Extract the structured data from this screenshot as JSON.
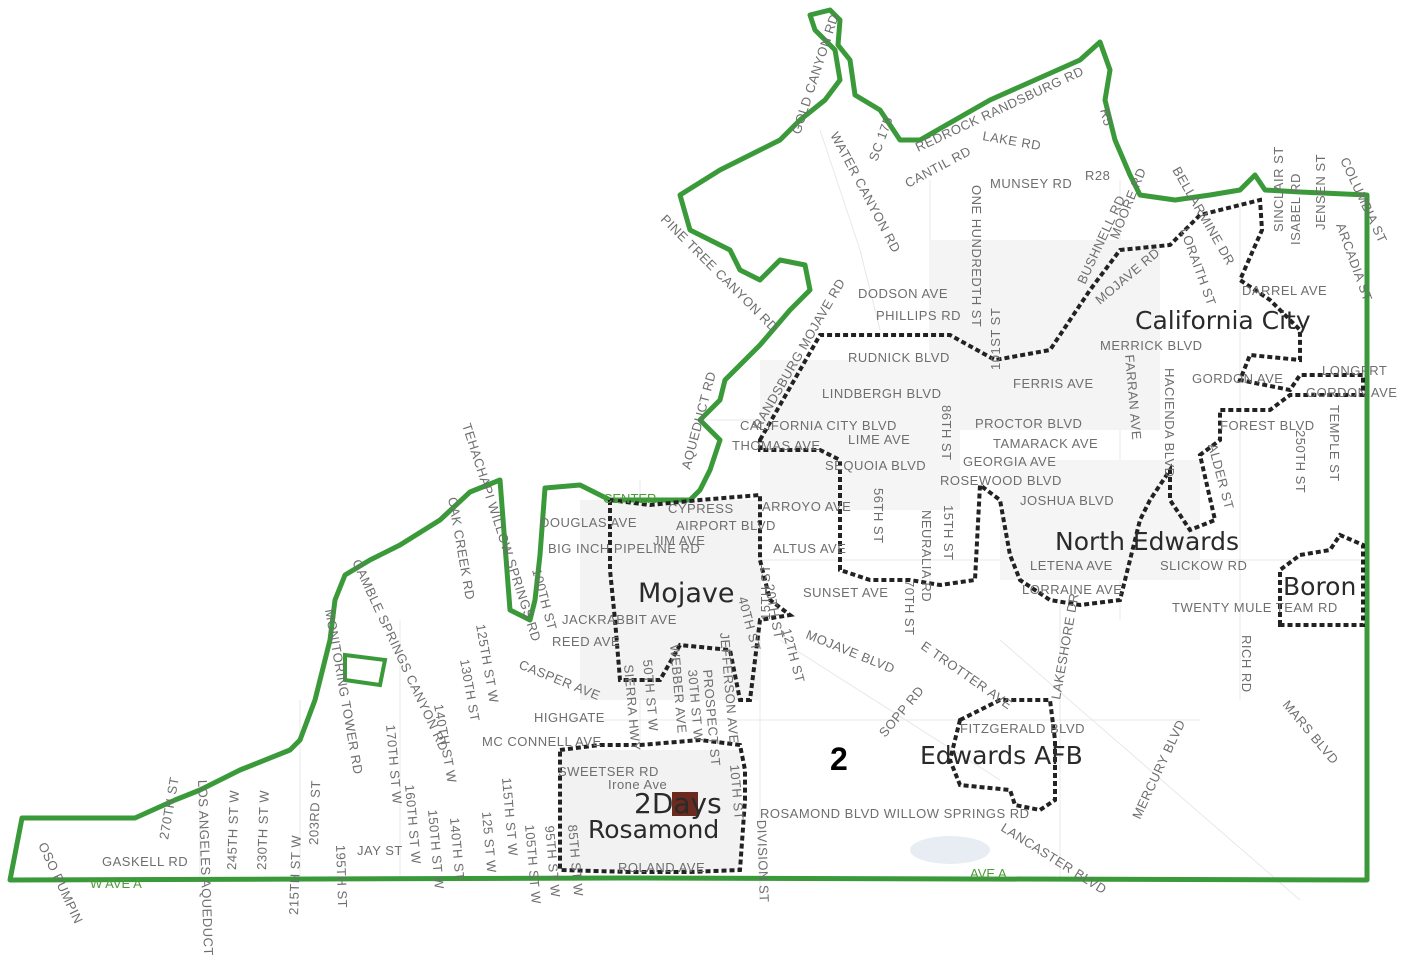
{
  "colors": {
    "district_boundary": "#3a9a3a",
    "city_boundary": "#2a2a2a",
    "street_text": "#6e6e6e",
    "marker": "#6b2a1e"
  },
  "district": {
    "number": "2"
  },
  "places": {
    "mojave": "Mojave",
    "california_city": "California City",
    "north_edwards": "North Edwards",
    "boron": "Boron",
    "edwards_afb": "Edwards AFB",
    "rosamond": "Rosamond",
    "marker_text": "2Days"
  },
  "streets": {
    "gold_canyon_rd": "GOLD CANYON RD",
    "redrock_randsburg_rd": "REDROCK RANDSBURG RD",
    "r5": "R5",
    "water_canyon_rd": "WATER CANYON RD",
    "sc175": "SC 175",
    "cantil_rd": "CANTIL RD",
    "lake_rd": "LAKE RD",
    "pine_tree_canyon_rd": "PINE TREE CANYON RD",
    "munsey_rd": "MUNSEY RD",
    "r28": "R28",
    "one_hundredth_st": "ONE HUNDREDTH ST",
    "bushnell_rd": "BUSHNELL RD",
    "moore_rd": "MOORE RD",
    "mojave_rd": "MOJAVE RD",
    "bellarmine_dr": "BELLARMINE DR",
    "loraith_st": "LORAITH ST",
    "sinclair_st": "SINCLAIR ST",
    "isabel_rd": "ISABEL RD",
    "jensen_st": "JENSEN ST",
    "columbia_st": "COLUMBIA ST",
    "arcadia_st": "ARCADIA ST",
    "darrel_ave": "DARREL AVE",
    "dodson_ave": "DODSON AVE",
    "phillips_rd": "PHILLIPS RD",
    "rudnick_blvd": "RUDNICK BLVD",
    "st_101": "101ST ST",
    "merrick_blvd": "MERRICK BLVD",
    "lindbergh_blvd": "LINDBERGH BLVD",
    "ferris_ave": "FERRIS AVE",
    "farran_ave": "FARRAN AVE",
    "randsburg_mojave_rd": "RANDSBURG MOJAVE RD",
    "aqueduct_rd": "AQUEDUCT RD",
    "california_city_blvd": "CALIFORNIA CITY BLVD",
    "thomas_ave": "THOMAS AVE",
    "lime_ave": "LIME AVE",
    "st_86th": "86TH ST",
    "proctor_blvd": "PROCTOR BLVD",
    "tamarack_ave": "TAMARACK AVE",
    "hacienda_blvd": "HACIENDA BLVD",
    "forest_blvd": "FOREST BLVD",
    "st_250th": "250TH ST",
    "temple_st": "TEMPLE ST",
    "longfort": "LONGFRT",
    "gordon_ave": "GORDON AVE",
    "gordon_ave_2": "GORDON AVE",
    "sequoia_blvd": "SEQUOIA BLVD",
    "georgia_ave": "GEORGIA AVE",
    "rosewood_blvd": "ROSEWOOD BLVD",
    "joshua_blvd": "JOSHUA BLVD",
    "alder_st": "ALDER ST",
    "center": "CENTER",
    "cypress": "CYPRESS",
    "arroyo_ave": "ARROYO AVE",
    "douglas_ave": "DOUGLAS AVE",
    "airport_blvd": "AIRPORT BLVD",
    "jim_ave": "JIM AVE",
    "st_56th": "56TH ST",
    "neuralia_rd": "NEURALIA RD",
    "st_15th_h": "15TH ST",
    "altus_ave": "ALTUS AVE",
    "big_inch_pipeline_rd": "BIG INCH PIPELINE RD",
    "letena_ave": "LETENA AVE",
    "slickow_rd": "SLICKOW RD",
    "lorraine_ave": "LORRAINE AVE",
    "sunset_ave": "SUNSET AVE",
    "st_70th": "70TH ST",
    "twenty_mule_team_rd": "TWENTY MULE TEAM RD",
    "tehachapi_willow_springs_rd": "TEHACHAPI WILLOW SPRINGS RD",
    "oak_creek_rd": "OAK CREEK RD",
    "st_100th": "100TH ST",
    "jackrabbit_ave": "JACKRABBIT AVE",
    "reed_ave": "REED AVE",
    "st_40th": "40TH ST",
    "st_20th": "20TH ST",
    "st_12th": "12TH ST",
    "st_15th_w": "15TH ST",
    "mojave_blvd": "MOJAVE BLVD",
    "e_trotter_ave": "E TROTTER AVE",
    "lakeshore_dr": "LAKESHORE DR",
    "rich_rd": "RICH RD",
    "gamble_springs_canyon_rd": "GAMBLE SPRINGS CANYON RD",
    "monitoring_tower_rd": "MONITORING TOWER RD",
    "st_125th_w": "125TH ST W",
    "st_130th": "130TH ST",
    "casper_ave": "CASPER AVE",
    "jefferson_ave": "JEFFERSON AVE",
    "st_50th_w": "50TH ST W",
    "webber_ave": "WEBBER AVE",
    "st_30th_w": "30TH ST W",
    "prospect_st": "PROSPECT ST",
    "highgate": "HIGHGATE",
    "sierra_hwy": "SIERRA HWY",
    "sopp_rd": "SOPP RD",
    "fitzgerald_blvd": "FITZGERALD BLVD",
    "mars_blvd": "MARS BLVD",
    "mc_connell_ave": "MC CONNELL AVE",
    "st_140th_w": "140TH ST W",
    "st_170th_w": "170TH ST W",
    "mercury_blvd": "MERCURY BLVD",
    "sweetser_rd": "SWEETSER RD",
    "st_270th": "270TH ST",
    "st_245th_w": "245TH ST W",
    "st_230th_w": "230TH ST W",
    "st_160th_w": "160TH ST W",
    "st_115th_w": "115TH ST W",
    "st_125th_w2": "125 ST W",
    "st_140th_w2": "140TH ST",
    "st_150th_w": "150TH ST W",
    "st_105th_w": "105TH ST W",
    "st_95th_w": "95TH ST W",
    "st_85th_w": "85TH ST W",
    "irone_ave": "Irone Ave",
    "rosamond_blvd_willow_springs_rd": "ROSAMOND BLVD WILLOW SPRINGS RD",
    "st_10th": "10TH ST",
    "los_angeles_aqueduct": "LOS ANGELES AQUEDUCT",
    "gaskell_rd": "GASKELL RD",
    "jay_st": "JAY ST",
    "st_203rd": "203RD ST",
    "st_195th": "195TH ST",
    "st_215th_w": "215TH ST W",
    "roland_ave": "ROLAND AVE",
    "lancaster_blvd": "LANCASTER BLVD",
    "ave_a": "AVE A",
    "w_ave_a": "W AVE A",
    "oso_pumping": "OSO PUMPIN",
    "division_st": "DIVISION ST"
  }
}
